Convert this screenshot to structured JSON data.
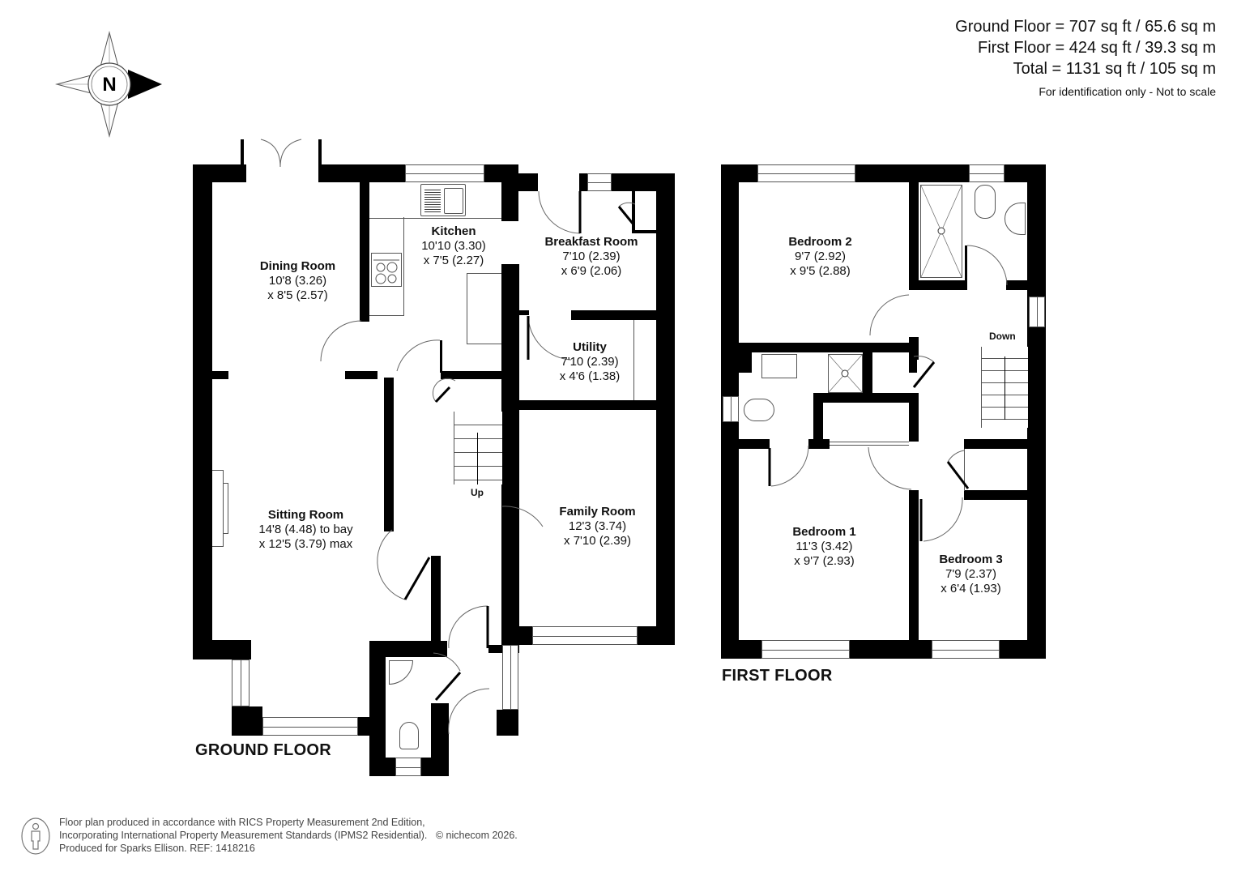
{
  "areas": {
    "ground_floor": "Ground Floor = 707 sq ft / 65.6 sq m",
    "first_floor": "First Floor = 424 sq ft / 39.3 sq m",
    "total": "Total = 1131 sq ft / 105 sq m",
    "disclaimer": "For identification only - Not to scale"
  },
  "compass": {
    "letter": "N",
    "icon": "compass-north-icon"
  },
  "ground_floor": {
    "label": "GROUND FLOOR",
    "rooms": [
      {
        "name": "Dining Room",
        "dim1": "10'8 (3.26)",
        "dim2": "x 8'5 (2.57)"
      },
      {
        "name": "Kitchen",
        "dim1": "10'10 (3.30)",
        "dim2": "x 7'5 (2.27)"
      },
      {
        "name": "Breakfast Room",
        "dim1": "7'10 (2.39)",
        "dim2": "x 6'9 (2.06)"
      },
      {
        "name": "Utility",
        "dim1": "7'10 (2.39)",
        "dim2": "x 4'6 (1.38)"
      },
      {
        "name": "Sitting Room",
        "dim1": "14'8 (4.48) to bay",
        "dim2": "x 12'5 (3.79) max"
      },
      {
        "name": "Family Room",
        "dim1": "12'3 (3.74)",
        "dim2": "x 7'10 (2.39)"
      }
    ],
    "stairs_label": "Up"
  },
  "first_floor": {
    "label": "FIRST FLOOR",
    "rooms": [
      {
        "name": "Bedroom 2",
        "dim1": "9'7 (2.92)",
        "dim2": "x 9'5 (2.88)"
      },
      {
        "name": "Bedroom 1",
        "dim1": "11'3 (3.42)",
        "dim2": "x 9'7 (2.93)"
      },
      {
        "name": "Bedroom 3",
        "dim1": "7'9 (2.37)",
        "dim2": "x 6'4 (1.93)"
      }
    ],
    "stairs_label": "Down"
  },
  "footer": {
    "line1": "Floor plan produced in accordance with RICS Property Measurement 2nd Edition,",
    "line2": "Incorporating International Property Measurement Standards (IPMS2 Residential).",
    "copyright": "© nichecom 2026.",
    "line3": "Produced for Sparks Ellison.   REF: 1418216",
    "icon": "person-accessibility-icon"
  }
}
